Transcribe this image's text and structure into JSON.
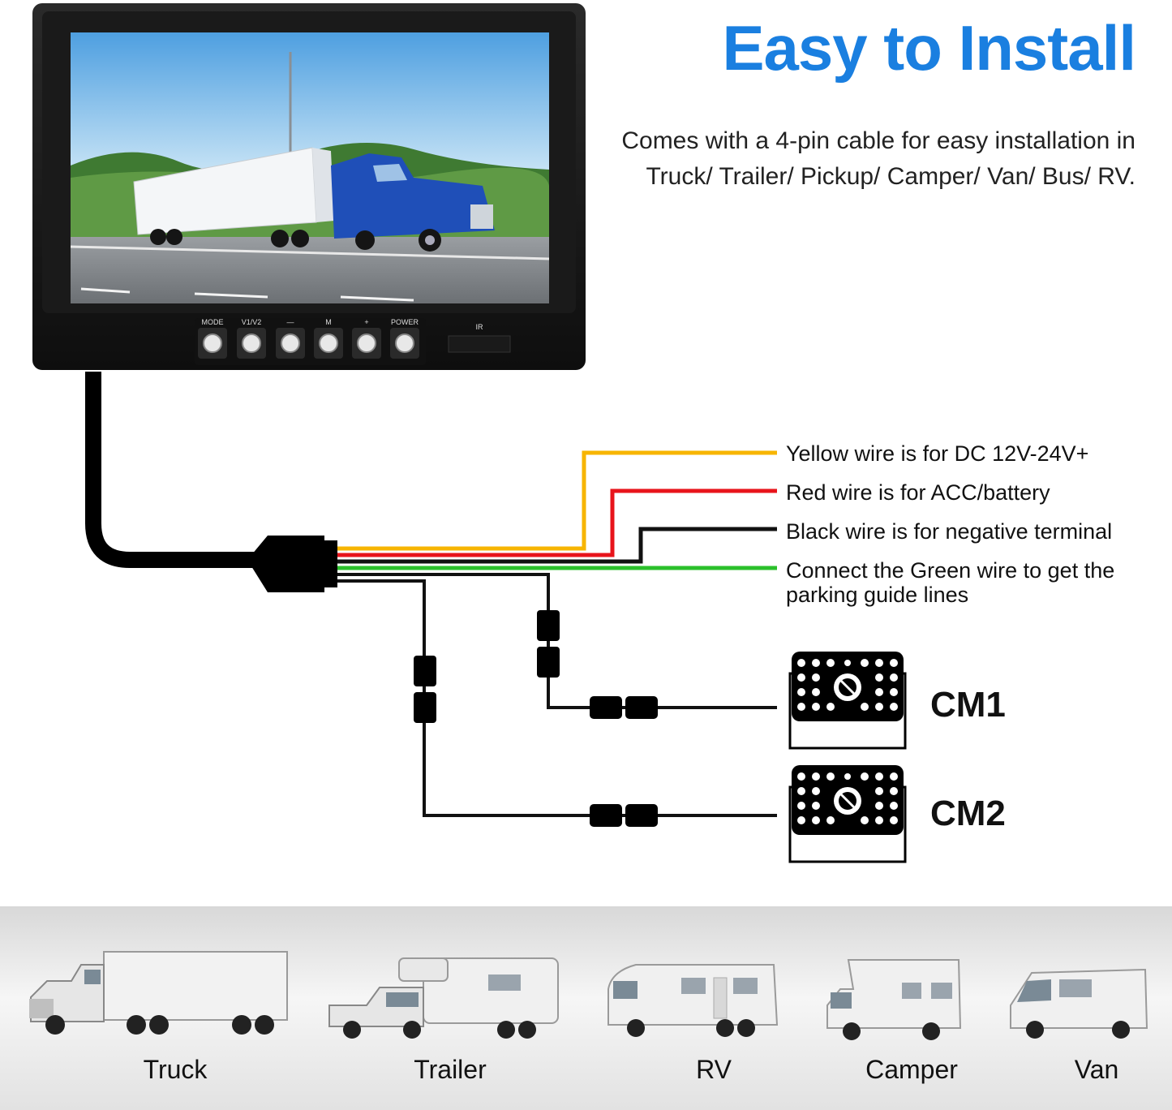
{
  "header": {
    "title": "Easy to Install",
    "subtitle_line1": "Comes with a 4-pin cable for easy installation in",
    "subtitle_line2": "Truck/ Trailer/ Pickup/ Camper/ Van/ Bus/ RV."
  },
  "monitor": {
    "buttons": [
      "MODE",
      "V1/V2",
      "—",
      "M",
      "+",
      "POWER"
    ],
    "ir_label": "IR"
  },
  "wires": [
    {
      "label": "Yellow wire is for DC 12V-24V+",
      "color": "#f7b500"
    },
    {
      "label": "Red wire is for ACC/battery",
      "color": "#e8141b"
    },
    {
      "label": "Black wire is for negative terminal",
      "color": "#111111"
    },
    {
      "label_line1": "Connect the Green wire to get the",
      "label_line2": "parking guide lines",
      "color": "#2bc02b"
    }
  ],
  "cameras": [
    {
      "label": "CM1"
    },
    {
      "label": "CM2"
    }
  ],
  "vehicles": [
    {
      "label": "Truck"
    },
    {
      "label": "Trailer"
    },
    {
      "label": "RV"
    },
    {
      "label": "Camper"
    },
    {
      "label": "Van"
    }
  ],
  "colors": {
    "accent": "#1a7fe0"
  }
}
